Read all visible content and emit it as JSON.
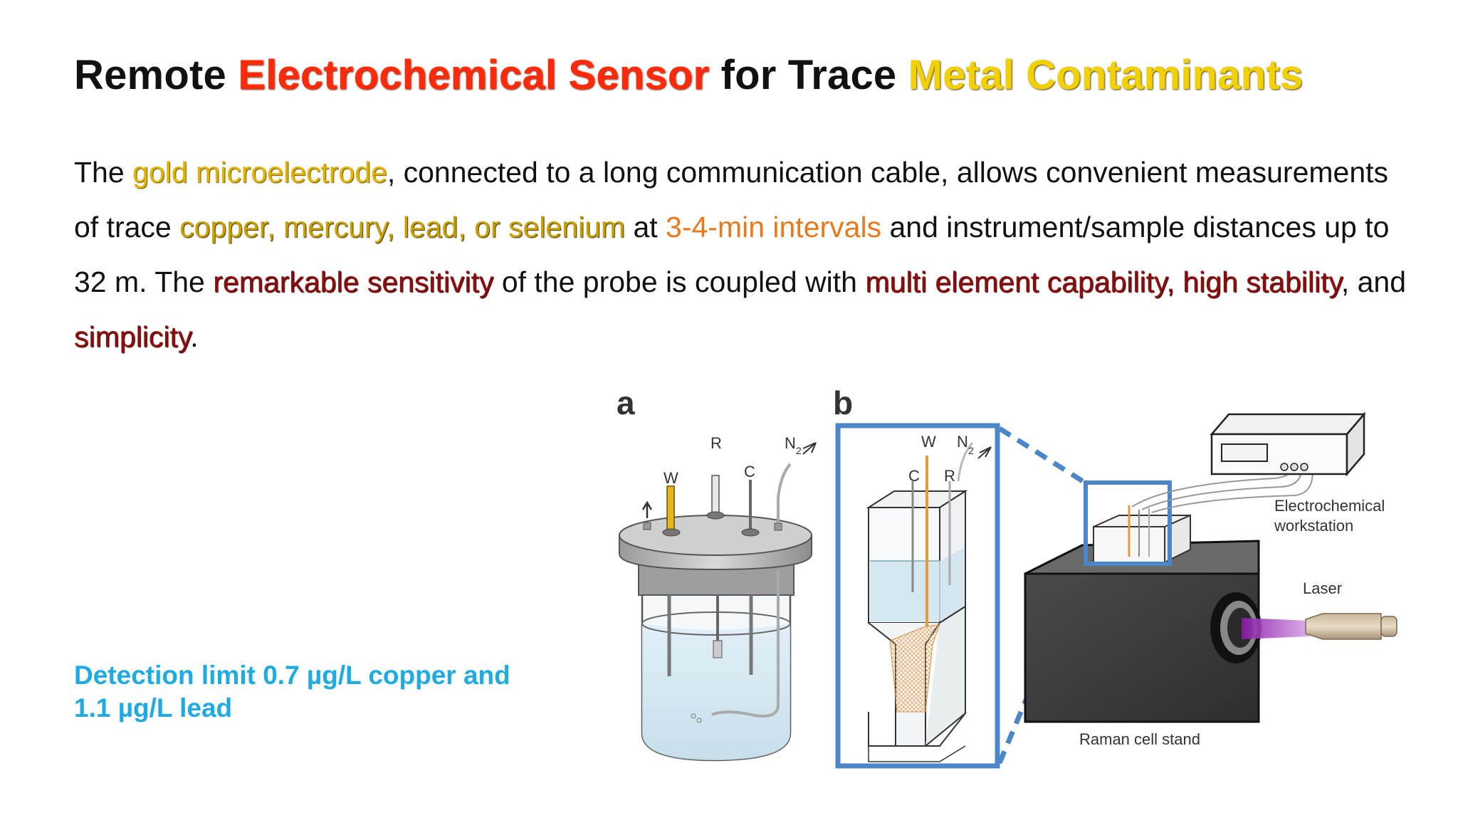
{
  "title": {
    "part1": "Remote ",
    "part2": "Electrochemical Sensor",
    "part3": " for Trace ",
    "part4": "Metal Contaminants"
  },
  "paragraph": {
    "s1": "The ",
    "s2": "gold microelectrode",
    "s3": ", connected to a long communication cable, allows convenient measurements of trace ",
    "s4": "copper, mercury, lead, or selenium",
    "s5": " at ",
    "s6": "3-4-min intervals",
    "s7": " and instrument/sample distances up to 32 m.  The ",
    "s8": "remarkable sensitivity",
    "s9": " of the probe is coupled with ",
    "s10": "multi element capability, high stability",
    "s11": ", and ",
    "s12": "simplicity",
    "s13": "."
  },
  "detection": {
    "line1": "Detection limit 0.7 µg/L copper and",
    "line2": "1.1 µg/L lead"
  },
  "figure": {
    "panel_a": "a",
    "panel_b": "b",
    "a_w": "W",
    "a_r": "R",
    "a_c": "C",
    "a_n2": "N",
    "a_n2_sub": "2",
    "b_w": "W",
    "b_n2": "N",
    "b_n2_sub": "2",
    "b_c": "C",
    "b_r": "R",
    "workstation_line1": "Electrochemical",
    "workstation_line2": "workstation",
    "laser": "Laser",
    "stand": "Raman cell stand"
  },
  "colors": {
    "title_red": "#ff2a0a",
    "title_yellow": "#f3d000",
    "detection_blue": "#1eabe3",
    "frame_blue": "#4a86c8",
    "laser_purple": "#a020c0"
  }
}
